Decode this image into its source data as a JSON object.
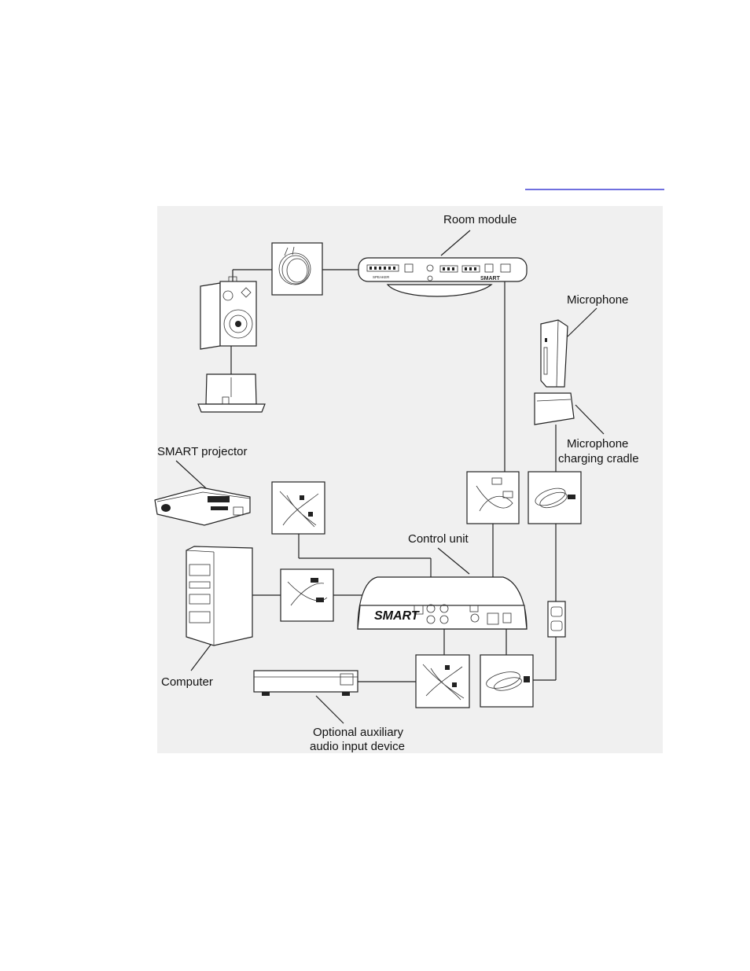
{
  "diagram": {
    "labels": {
      "room_module": "Room module",
      "microphone": "Microphone",
      "charging_cradle_line1": "Microphone",
      "charging_cradle_line2": "charging cradle",
      "smart_projector": "SMART projector",
      "control_unit": "Control unit",
      "computer": "Computer",
      "aux_line1": "Optional auxiliary",
      "aux_line2": "audio input device"
    },
    "brand": {
      "room_module_logo": "SMART",
      "control_unit_logo": "SMART",
      "room_module_port": "SPEAKER"
    },
    "colors": {
      "panel_bg": "#f0f0f0",
      "line": "#222222",
      "link": "#1a1acc"
    }
  }
}
